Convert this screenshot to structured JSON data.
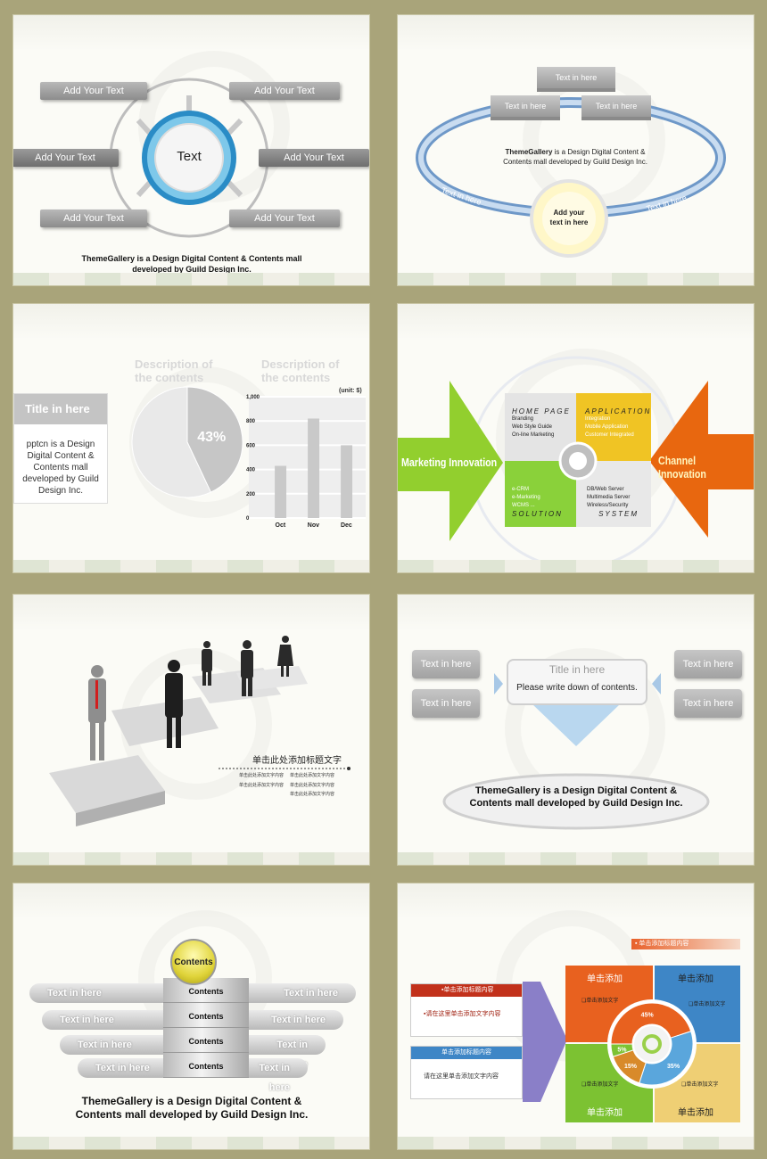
{
  "slide1": {
    "center_label": "Text",
    "boxes": [
      "Add Your Text",
      "Add Your Text",
      "Add Your Text",
      "Add Your Text",
      "Add Your Text",
      "Add Your Text"
    ],
    "caption_line1": "ThemeGallery  is a Design Digital Content & Contents mall",
    "caption_line2": "developed by Guild Design Inc."
  },
  "slide2": {
    "top_box": "Text in here",
    "left_box": "Text in here",
    "right_box": "Text in here",
    "desc_bold": "ThemeGallery",
    "desc_rest": " is a Design Digital Content &",
    "desc_line2": "Contents mall developed by Guild Design Inc.",
    "arc_left": "Text in here",
    "arc_right": "Text in here",
    "center_line1": "Add your",
    "center_line2": "text in here"
  },
  "slide3": {
    "title": "Title in here",
    "body": "pptcn  is a Design Digital Content & Contents mall developed by Guild Design Inc.",
    "pie_header": "Description of the contents",
    "bar_header": "Description of the contents",
    "unit": "(unit: $)",
    "chart_data": [
      {
        "type": "pie",
        "values": [
          43,
          57
        ],
        "labels": [
          "43%",
          ""
        ]
      },
      {
        "type": "bar",
        "categories": [
          "Oct",
          "Nov",
          "Dec"
        ],
        "values": [
          430,
          820,
          600
        ],
        "ylim": [
          0,
          1000
        ],
        "yticks": [
          "0",
          "200",
          "400",
          "600",
          "800",
          "1,000"
        ],
        "grid": true
      }
    ]
  },
  "slide4": {
    "left_arrow": "Marketing Innovation",
    "right_arrow": "Channel Innovation",
    "q1_title": "HOME PAGE",
    "q1_items": [
      "Branding",
      "Web Style Guide",
      "On-line Marketing"
    ],
    "q2_title": "APPLICATION",
    "q2_items": [
      "Integration",
      "Mobile Application",
      "Customer Integrated"
    ],
    "q3_title": "SOLUTION",
    "q3_items": [
      "e-CRM",
      "e-Marketing",
      "WCMS ..."
    ],
    "q4_title": "SYSTEM",
    "q4_items": [
      "DB/Web Server",
      "Multimedia Server",
      "Wireless/Security"
    ]
  },
  "slide5": {
    "title": "单击此处添加标题文字",
    "lines": [
      "单击此处添加文字内容",
      "单击此处添加文字内容",
      "单击此处添加文字内容",
      "单击此处添加文字内容",
      "单击此处添加文字内容"
    ]
  },
  "slide6": {
    "boxes": [
      "Text in here",
      "Text in here",
      "Text in here",
      "Text in here"
    ],
    "title": "Title in here",
    "body": "Please write down of contents.",
    "caption_line1": "ThemeGallery is a Design Digital Content &",
    "caption_line2": "Contents mall developed by Guild Design Inc."
  },
  "slide7": {
    "top": "Contents",
    "segments": [
      "Contents",
      "Contents",
      "Contents",
      "Contents"
    ],
    "bands": [
      "Text in here",
      "Text in here",
      "Text in here",
      "Text in here",
      "Text in here",
      "Text in here",
      "Text in here",
      "Text in here"
    ],
    "caption_line1": "ThemeGallery is a Design Digital Content &",
    "caption_line2": "Contents mall developed by Guild Design Inc."
  },
  "slide8": {
    "callout": "▪ 单击添加标题内容",
    "box1_title": "▪单击添加标题内容",
    "box1_body": "▪请在这里单击添加文字内容",
    "box2_title": "单击添加标题内容",
    "box2_body": "请在这里单击添加文字内容",
    "blocks": [
      "单击添加",
      "单击添加",
      "单击添加",
      "单击添加"
    ],
    "block_small": [
      "❏单击添加文字",
      "❏单击添加文字",
      "❏单击添加文字",
      "❏单击添加文字"
    ],
    "chart_data": {
      "type": "pie",
      "values": [
        45,
        35,
        15,
        5
      ],
      "labels": [
        "45%",
        "35%",
        "15%",
        "5%"
      ]
    }
  },
  "colors": {
    "frame": "#a9a47a",
    "blue_accent": "#2a8cc6",
    "green": "#8ccc2a",
    "orange": "#e86a10",
    "yellow": "#f0c020"
  }
}
